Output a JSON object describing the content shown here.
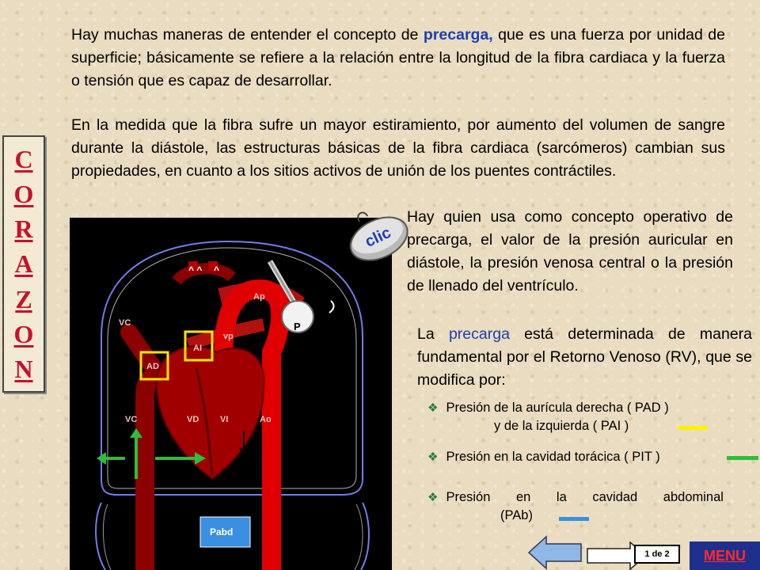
{
  "paragraphs": {
    "p1_before": "Hay muchas maneras de entender el concepto de ",
    "p1_term": "precarga,",
    "p1_after": " que es una fuerza por unidad de superficie; básicamente se refiere a la relación entre la longitud de la fibra cardiaca y la fuerza o tensión que es capaz de desarrollar.",
    "p2": "En la medida que la fibra sufre un mayor estiramiento, por aumento del volumen de sangre durante la diástole, las estructuras básicas de la fibra cardiaca (sarcómeros) cambian sus propiedades, en cuanto a los sitios activos de unión de los puentes contráctiles.",
    "p3": "Hay quien usa como concepto operativo de precarga, el valor de la presión auricular en diástole, la presión venosa central o la presión de llenado del ventrículo.",
    "p4_before": "La ",
    "p4_term": "precarga",
    "p4_after": " está determinada de manera fundamental por el Retorno Venoso (RV), que se modifica por:"
  },
  "side_title": [
    "C",
    "O",
    "R",
    "A",
    "Z",
    "O",
    "N"
  ],
  "clic_button": {
    "label": "clic"
  },
  "diagram_labels": {
    "vc_top": "VC",
    "ad": "AD",
    "ai": "AI",
    "ap": "Ap",
    "vp": "vp",
    "p": "P",
    "vc_bottom": "VC",
    "vd": "VD",
    "vi": "VI",
    "ao": "Ao",
    "pabd": "Pabd"
  },
  "bullets": [
    {
      "line1": "Presión de la aurícula derecha ( PAD )",
      "line2": "y de la izquierda ( PAI )",
      "color": "#fff200"
    },
    {
      "line1": "Presión en la cavidad torácica ( PIT )",
      "color": "#2ebd3c"
    },
    {
      "line1": "Presión en la cavidad abdominal",
      "line2": "(PAb)",
      "color": "#3b8fe0"
    }
  ],
  "navigation": {
    "page_indicator": "1 de 2",
    "menu_label": "MENU"
  },
  "colors": {
    "title_red": "#c8102e",
    "term_blue": "#1f3fb0",
    "menu_bg": "#1e2f8c"
  }
}
